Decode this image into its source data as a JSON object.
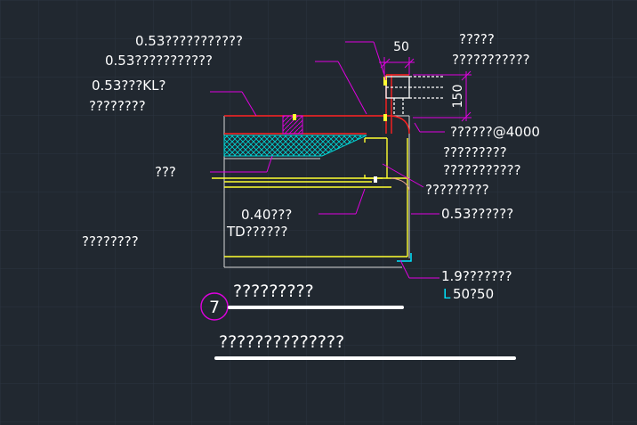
{
  "colors": {
    "background": "#212830",
    "grid": "#2c3440",
    "leader": "#e000e0",
    "red": "#ff2020",
    "yellow": "#ffff30",
    "white": "#ffffff",
    "cyan": "#00e5ff",
    "hatch": "#00d8d8"
  },
  "drawing": {
    "dimensions": {
      "top_width": "50",
      "height": "150"
    },
    "left_notes": {
      "line1": "0.53???????????",
      "line2": "0.53???????????",
      "line3": "0.53???KL?",
      "line4": "????????",
      "line5": "???",
      "line6": "????????"
    },
    "right_notes": {
      "r1": "?????",
      "r2": "???????????",
      "r3": "??????@4000",
      "r4": "?????????",
      "r5": "???????????",
      "r6": "?????????",
      "r7": "0.53??????",
      "r8": "1.9???????",
      "r9_prefix": "L",
      "r9": "50?50"
    },
    "middle_notes": {
      "m1": "0.40???",
      "m2": "TD??????"
    },
    "detail": {
      "number": "7",
      "title": "?????????"
    },
    "subtitle": "??????????????"
  }
}
